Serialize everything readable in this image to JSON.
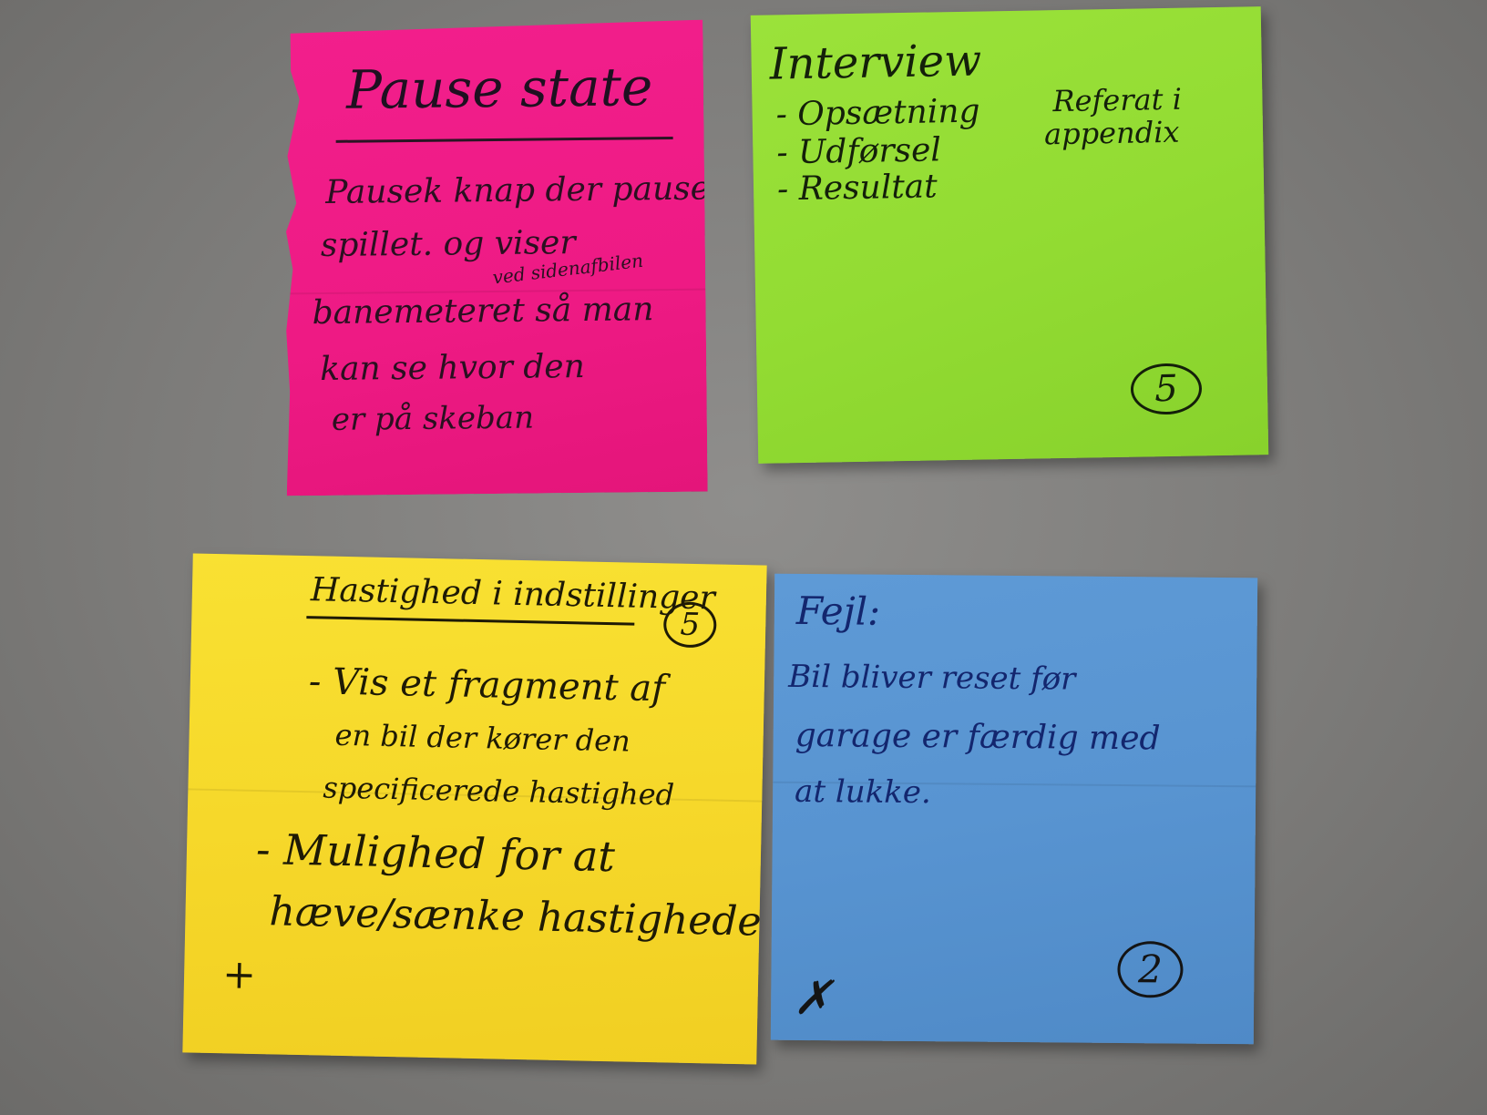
{
  "notes": {
    "pink": {
      "title": "Pause state",
      "lines": [
        "Pausek knap der pauser",
        "spillet. og viser",
        "banemeteret så man",
        "kan se hvor den",
        "er på skeban"
      ],
      "insert": "ved sidenafbilen"
    },
    "green": {
      "title": "Interview",
      "items": [
        "- Opsætning",
        "- Udførsel",
        "- Resultat"
      ],
      "side_note": [
        "Referat i",
        "appendix"
      ],
      "badge": "5"
    },
    "yellow": {
      "title": "Hastighed i indstillinger",
      "badge": "5",
      "bullets": [
        [
          "- Vis et fragment af",
          "en bil der kører den",
          "specificerede hastighed"
        ],
        [
          "- Mulighed for at",
          "hæve/sænke hastigheden"
        ]
      ],
      "mark": "+"
    },
    "blue": {
      "title": "Fejl:",
      "lines": [
        "Bil bliver reset før",
        "garage er færdig med",
        "at lukke."
      ],
      "badge": "2",
      "mark": "✗"
    }
  },
  "colors": {
    "pink": "#ee1a84",
    "green": "#93dc33",
    "yellow": "#f6d82a",
    "blue": "#5894d1",
    "ink": "#1a1a1a",
    "blue_ink": "#13266e"
  }
}
